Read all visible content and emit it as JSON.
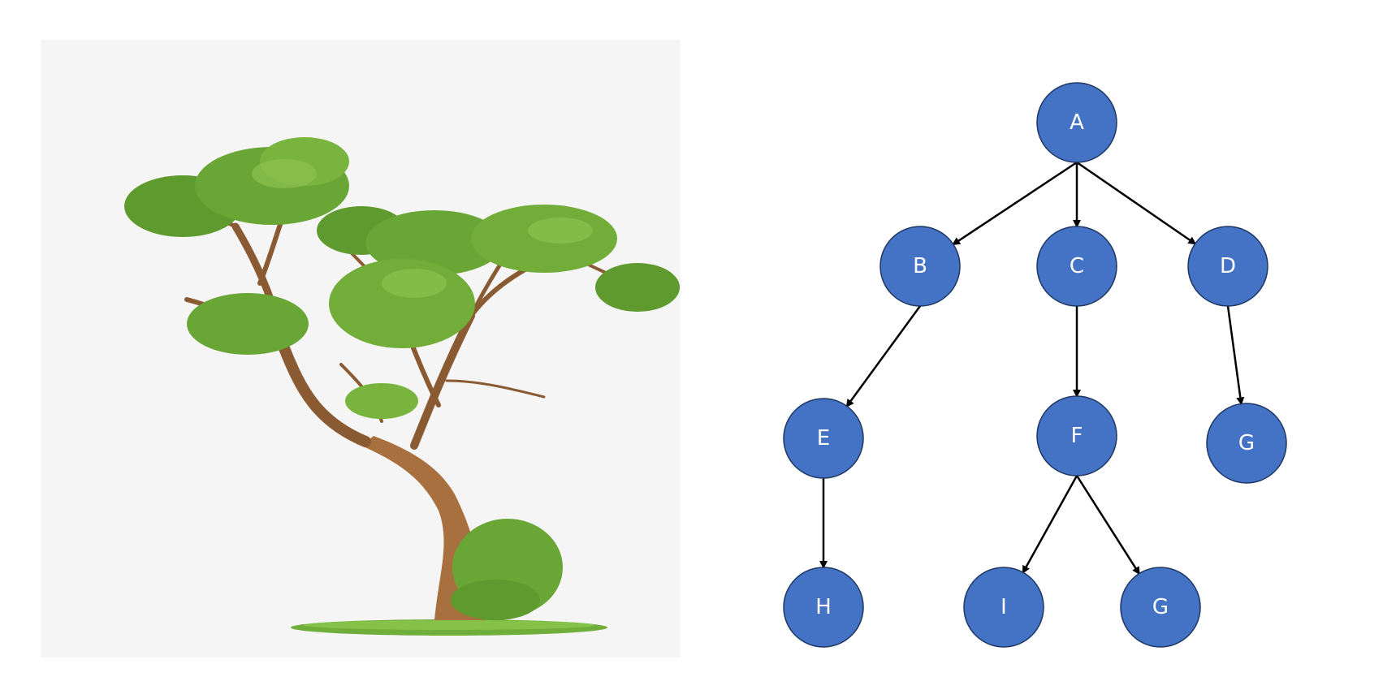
{
  "photo": {
    "subject_icon": "tree-illustration"
  },
  "tree_diagram": {
    "node_color": "#4472c4",
    "node_label_color": "#ffffff",
    "edge_color": "#000000",
    "nodes": [
      {
        "id": "A",
        "label": "A"
      },
      {
        "id": "B",
        "label": "B"
      },
      {
        "id": "C",
        "label": "C"
      },
      {
        "id": "D",
        "label": "D"
      },
      {
        "id": "E",
        "label": "E"
      },
      {
        "id": "F",
        "label": "F"
      },
      {
        "id": "G1",
        "label": "G"
      },
      {
        "id": "H",
        "label": "H"
      },
      {
        "id": "I",
        "label": "I"
      },
      {
        "id": "G2",
        "label": "G"
      }
    ],
    "edges": [
      {
        "from": "A",
        "to": "B"
      },
      {
        "from": "A",
        "to": "C"
      },
      {
        "from": "A",
        "to": "D"
      },
      {
        "from": "B",
        "to": "E"
      },
      {
        "from": "C",
        "to": "F"
      },
      {
        "from": "D",
        "to": "G1"
      },
      {
        "from": "E",
        "to": "H"
      },
      {
        "from": "F",
        "to": "I"
      },
      {
        "from": "F",
        "to": "G2"
      }
    ]
  }
}
